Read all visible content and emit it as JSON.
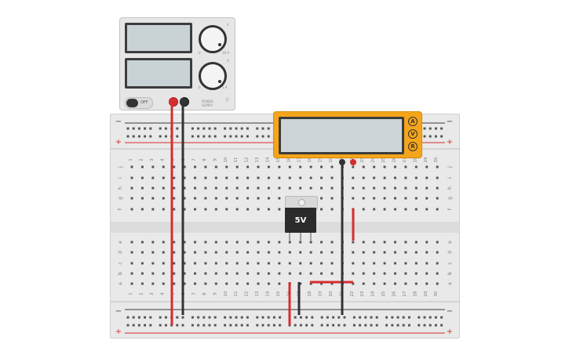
{
  "power_supply": {
    "switch_label": "OFF",
    "voltage_knob": {
      "top_label": "V",
      "min_label": "0",
      "max_label": "30 V"
    },
    "current_knob": {
      "top_label": "A",
      "min_label": "0",
      "max_label": "5 A"
    },
    "brand_label": "POWER SUPPLY",
    "terminal_colors": {
      "positive": "#d62d2d",
      "negative": "#333333"
    }
  },
  "multimeter": {
    "modes": [
      "A",
      "V",
      "R"
    ],
    "body_color": "#f5a51c"
  },
  "regulator": {
    "label": "5V"
  },
  "breadboard": {
    "column_numbers": [
      "1",
      "2",
      "3",
      "4",
      "5",
      "6",
      "7",
      "8",
      "9",
      "10",
      "11",
      "12",
      "13",
      "14",
      "15",
      "16",
      "17",
      "18",
      "19",
      "20",
      "21",
      "22",
      "23",
      "24",
      "25",
      "26",
      "27",
      "28",
      "29",
      "30"
    ],
    "top_rows": [
      "j",
      "i",
      "h",
      "g",
      "f"
    ],
    "bottom_rows": [
      "e",
      "d",
      "c",
      "b",
      "a"
    ],
    "rail_minus": "−",
    "rail_plus": "+"
  },
  "colors": {
    "wire_red": "#d62d2d",
    "wire_black": "#333333",
    "rail_red": "#d62d2d",
    "rail_blue": "#3a3a3a"
  }
}
